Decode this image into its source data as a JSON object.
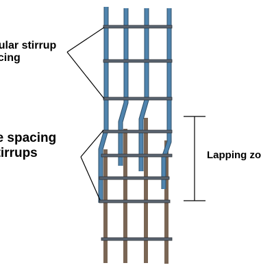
{
  "labels": {
    "regular_line1": "gular stirrup",
    "regular_line2": "acing",
    "close_line1": "se spacing",
    "close_line2": "stirrups",
    "lapping": "Lapping zo"
  },
  "colors": {
    "upper_bars": "#4f84ae",
    "lower_bars": "#7a6655",
    "stirrups": "#5a6470",
    "leaders": "#000000"
  }
}
